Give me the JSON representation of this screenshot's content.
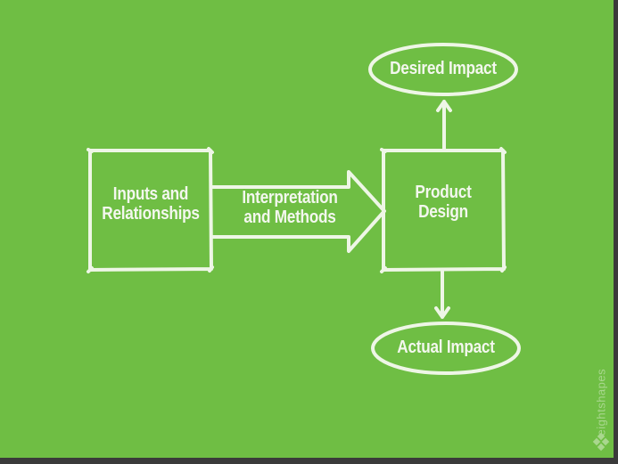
{
  "diagram": {
    "nodes": {
      "inputs": "Inputs and\nRelationships",
      "product": "Product\nDesign",
      "desired": "Desired Impact",
      "actual": "Actual Impact"
    },
    "edges": {
      "methods": "Interpretation\nand Methods"
    }
  },
  "brand": "eightshapes",
  "colors": {
    "background": "#6fbe44",
    "stroke": "#eef6e6"
  }
}
